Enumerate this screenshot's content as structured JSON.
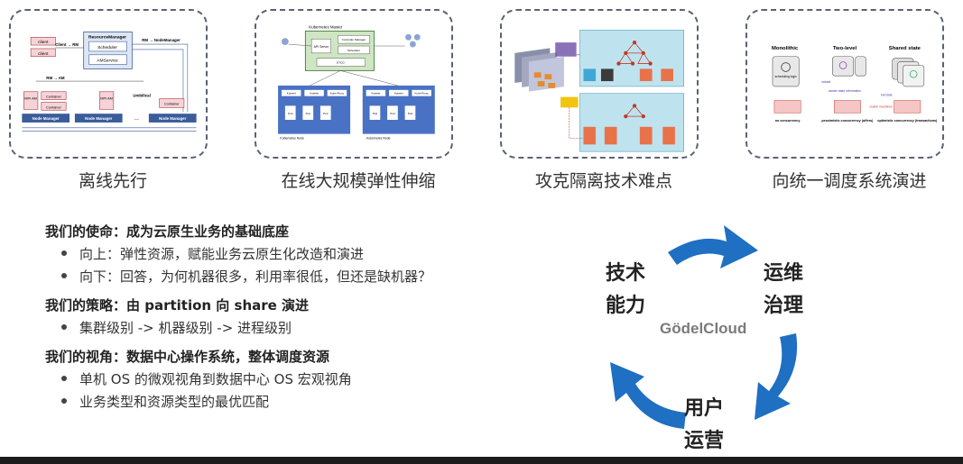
{
  "cards": [
    {
      "caption": "离线先行",
      "labels": {
        "client1": "client",
        "client2": "client",
        "client_rm": "Client → RM",
        "rm": "ResourceManager",
        "scheduler": "Scheduler",
        "amservice": "AMService",
        "rm_nm": "RM → NodeManager",
        "rm_am": "RM → AM",
        "mpi_am1": "MPI AM",
        "mpi_am2": "MPI AM",
        "container": "Container",
        "umbilical": "Umbilical",
        "node_manager": "Node Manager",
        "dots": "..."
      }
    },
    {
      "caption": "在线大规模弹性伸缩",
      "labels": {
        "master": "Kubernetes Master",
        "api": "API Server",
        "cm": "Controller Manager",
        "sched": "Scheduler",
        "etcd": "ETCD",
        "node": "Kubernetes Node",
        "kubelet": "Kubelet",
        "proxy": "Kube-Proxy",
        "pod": "Pod"
      }
    },
    {
      "caption": "攻克隔离技术难点"
    },
    {
      "caption": "向统一调度系统演进",
      "labels": {
        "mono": "Monolithic",
        "two": "Two-level",
        "shared": "Shared state",
        "sched_logic": "scheduling logic",
        "subset": "subset",
        "cluster_state": "cluster state information",
        "full_state": "full state",
        "cluster_machines": "cluster machines",
        "no_conc": "no concurrency",
        "pess": "pessimistic concurrency (offers)",
        "opt": "optimistic concurrency (transactions)"
      }
    }
  ],
  "sections": [
    {
      "heading": "我们的使命：成为云原生业务的基础底座",
      "bullets": [
        "向上：弹性资源，赋能业务云原生化改造和演进",
        "向下：回答，为何机器很多，利用率很低，但还是缺机器？"
      ]
    },
    {
      "heading": "我们的策略：由 partition 向 share 演进",
      "bullets": [
        "集群级别 -> 机器级别 -> 进程级别"
      ]
    },
    {
      "heading": "我们的视角：数据中心操作系统，整体调度资源",
      "bullets": [
        "单机 OS 的微观视角到数据中心 OS 宏观视角",
        "业务类型和资源类型的最优匹配"
      ]
    }
  ],
  "cycle": {
    "center": "GödelCloud",
    "tech": [
      "技术",
      "能力"
    ],
    "ops": [
      "运维",
      "治理"
    ],
    "user": [
      "用户",
      "运营"
    ],
    "arrow_color": "#1f6fc2"
  }
}
